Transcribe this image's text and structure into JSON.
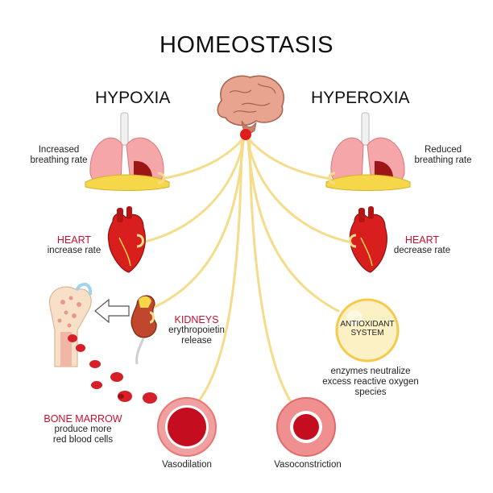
{
  "title": "HOMEOSTASIS",
  "left_header": "HYPOXIA",
  "right_header": "HYPEROXIA",
  "left": {
    "lungs_label": [
      "Increased",
      "breathing rate"
    ],
    "heart_title": "HEART",
    "heart_label": "increase rate",
    "kidneys_title": "KIDNEYS",
    "kidneys_label": [
      "erythropoietin",
      "release"
    ],
    "marrow_title": "BONE MARROW",
    "marrow_label": [
      "produce more",
      "red blood cells"
    ]
  },
  "right": {
    "lungs_label": [
      "Reduced",
      "breathing rate"
    ],
    "heart_title": "HEART",
    "heart_label": "decrease rate",
    "antioxidant_title": [
      "ANTIOXIDANT",
      "SYSTEM"
    ],
    "antioxidant_label": [
      "enzymes neutralize",
      "excess reactive oxygen",
      "species"
    ]
  },
  "bottom": {
    "vasodilation": "Vasodilation",
    "vasoconstriction": "Vasoconstriction"
  },
  "colors": {
    "nerve": "#f4dc8a",
    "accent_red": "#c8102e",
    "brain": "#e8a48e",
    "lung": "#f4a6a8",
    "heart": "#d91e1e",
    "kidney": "#c0462e",
    "vessel": "#e63c3c"
  }
}
